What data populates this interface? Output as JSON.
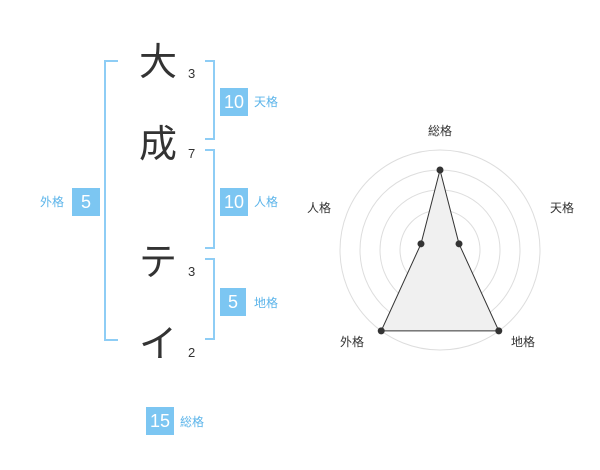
{
  "name_chars": [
    {
      "char": "大",
      "strokes": "3"
    },
    {
      "char": "成",
      "strokes": "7"
    },
    {
      "char": "テ",
      "strokes": "3"
    },
    {
      "char": "イ",
      "strokes": "2"
    }
  ],
  "kakusu": {
    "tenkaku": {
      "value": "10",
      "label": "天格"
    },
    "jinkaku": {
      "value": "10",
      "label": "人格"
    },
    "chikaku": {
      "value": "5",
      "label": "地格"
    },
    "gaikaku": {
      "value": "5",
      "label": "外格"
    },
    "soukaku": {
      "value": "15",
      "label": "総格"
    }
  },
  "radar": {
    "labels": {
      "soukaku": "総格",
      "tenkaku": "天格",
      "chikaku": "地格",
      "gaikaku": "外格",
      "jinkaku": "人格"
    }
  },
  "chart_data": {
    "type": "radar",
    "categories": [
      "総格",
      "天格",
      "地格",
      "外格",
      "人格"
    ],
    "values": [
      4,
      1,
      5,
      5,
      1
    ],
    "rmax": 5,
    "grid": true,
    "colors": {
      "fill": "#f0f0f0",
      "line": "#333333",
      "grid": "#dddddd"
    }
  }
}
